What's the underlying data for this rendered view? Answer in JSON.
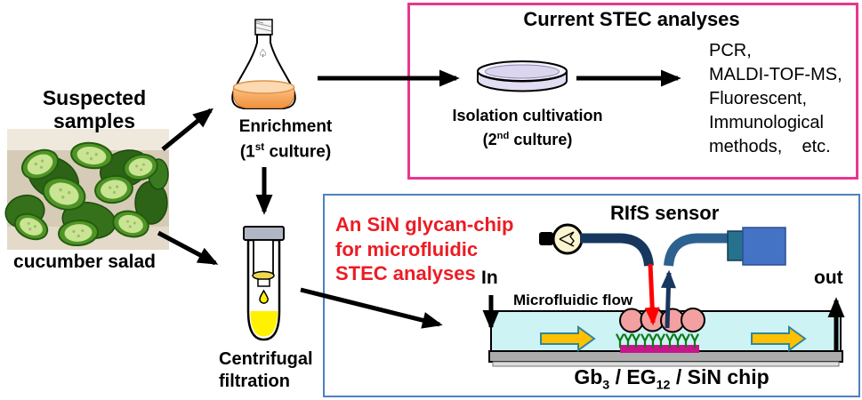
{
  "page": {
    "background": "#FFFFFF"
  },
  "colors": {
    "pink_box_border": "#E8368F",
    "blue_box_border": "#4F81BD",
    "red_title_text": "#EC1C24",
    "fiber_in_navy": "#17375E",
    "fiber_out_steel": "#2D618F",
    "detector_blue": "#4472C4",
    "detector_teal": "#26718E",
    "flow_arrow_fill": "#FFC000",
    "flow_arrow_outline": "#31859C",
    "channel_fill": "#CDF3F5",
    "chip_bar_gray": "#ACACAC",
    "glycan_strip_magenta": "#C9148C",
    "glycan_green": "#0F7A14",
    "cell_pink": "#F2A0A0",
    "flask_liquid_orange": "#F9AE6B",
    "tube_liquid_yellow": "#FFF200",
    "petri_fill_lavender": "#E2DDF2",
    "bulb_fill_cream": "#FBF4D0"
  },
  "samples": {
    "title": "Suspected samples",
    "caption": "cucumber salad"
  },
  "enrichment": {
    "name": "Enrichment",
    "culture_pre": "(1",
    "culture_sup": "st",
    "culture_post": " culture)"
  },
  "centrifugal": {
    "line1": "Centrifugal",
    "line2": "filtration"
  },
  "current_analyses": {
    "title": "Current STEC analyses",
    "isolation_name": "Isolation cultivation",
    "culture_pre": "(2",
    "culture_sup": "nd",
    "culture_post": " culture)",
    "methods": [
      "PCR,",
      "MALDI-TOF-MS,",
      "Fluorescent,",
      "Immunological",
      "methods,    etc."
    ]
  },
  "chip_analyses": {
    "title_line1": "An SiN glycan-chip",
    "title_line2": "for microfluidic",
    "title_line3": "STEC analyses",
    "sensor": "RIfS sensor",
    "flow": "Microfluidic flow",
    "inlet": "In",
    "outlet": "out",
    "chip_pre": "Gb",
    "chip_sub1": "3",
    "chip_mid": " / EG",
    "chip_sub2": "12",
    "chip_post": " / SiN chip"
  },
  "icons": {
    "photo": "cucumber-salad-photo",
    "flask": "erlenmeyer-flask-icon",
    "dish": "petri-dish-icon",
    "tube": "centrifuge-tube-icon",
    "bulb": "light-bulb-icon",
    "detector": "detector-icon",
    "cells": "bacteria-cells-icon",
    "glycans": "glycan-y-layer-icon",
    "arrows": "black-flow-arrows"
  }
}
